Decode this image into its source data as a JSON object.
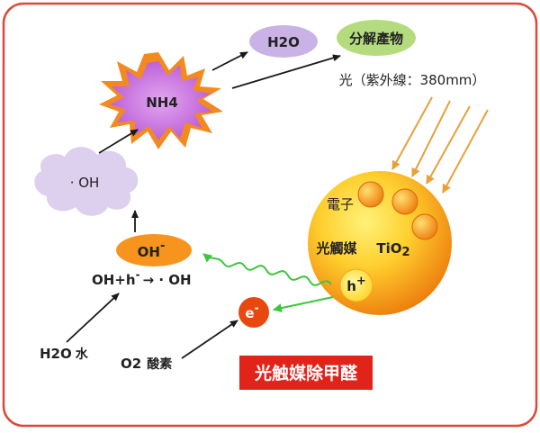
{
  "labels": {
    "h2o_top": "H2O",
    "decomposed": "分解產物",
    "nh4": "NH4",
    "light": "光（紫外線：380mm）",
    "oh_radical": "· OH",
    "electron_tag": "電子",
    "catalyst_prefix": "光觸媒",
    "catalyst_formula": "TiO",
    "catalyst_sub": "2",
    "hole_h": "h",
    "hole_sup": "+",
    "oh_minus": "OH",
    "oh_minus_sup": "-",
    "reaction_a": "OH+h",
    "reaction_sup": "-",
    "reaction_b": "→  · OH",
    "electron": "e",
    "electron_sup": "-",
    "water_formula": "H2O",
    "water_word": "水",
    "oxygen_formula": "O2",
    "oxygen_word": "酸素",
    "banner": "光触媒除甲醛"
  },
  "colors": {
    "frame": "#d94a3a",
    "h2o_bubble": "#c9b3e6",
    "decomposed_bubble": "#b4dc7e",
    "nh4_fill": "#c06ad8",
    "nh4_outline": "#f28a1f",
    "cloud": "#ddd0ee",
    "sphere_light": "#ffe15a",
    "sphere_dark": "#f08a10",
    "oh_minus_fill": "#f7941d",
    "electron_fill": "#e8470f",
    "arrow": "#1a1a1a",
    "light_arrow": "#e8a03a",
    "green_arrow": "#3cc63c",
    "banner_bg": "#e2231a",
    "banner_text": "#ffffff"
  }
}
